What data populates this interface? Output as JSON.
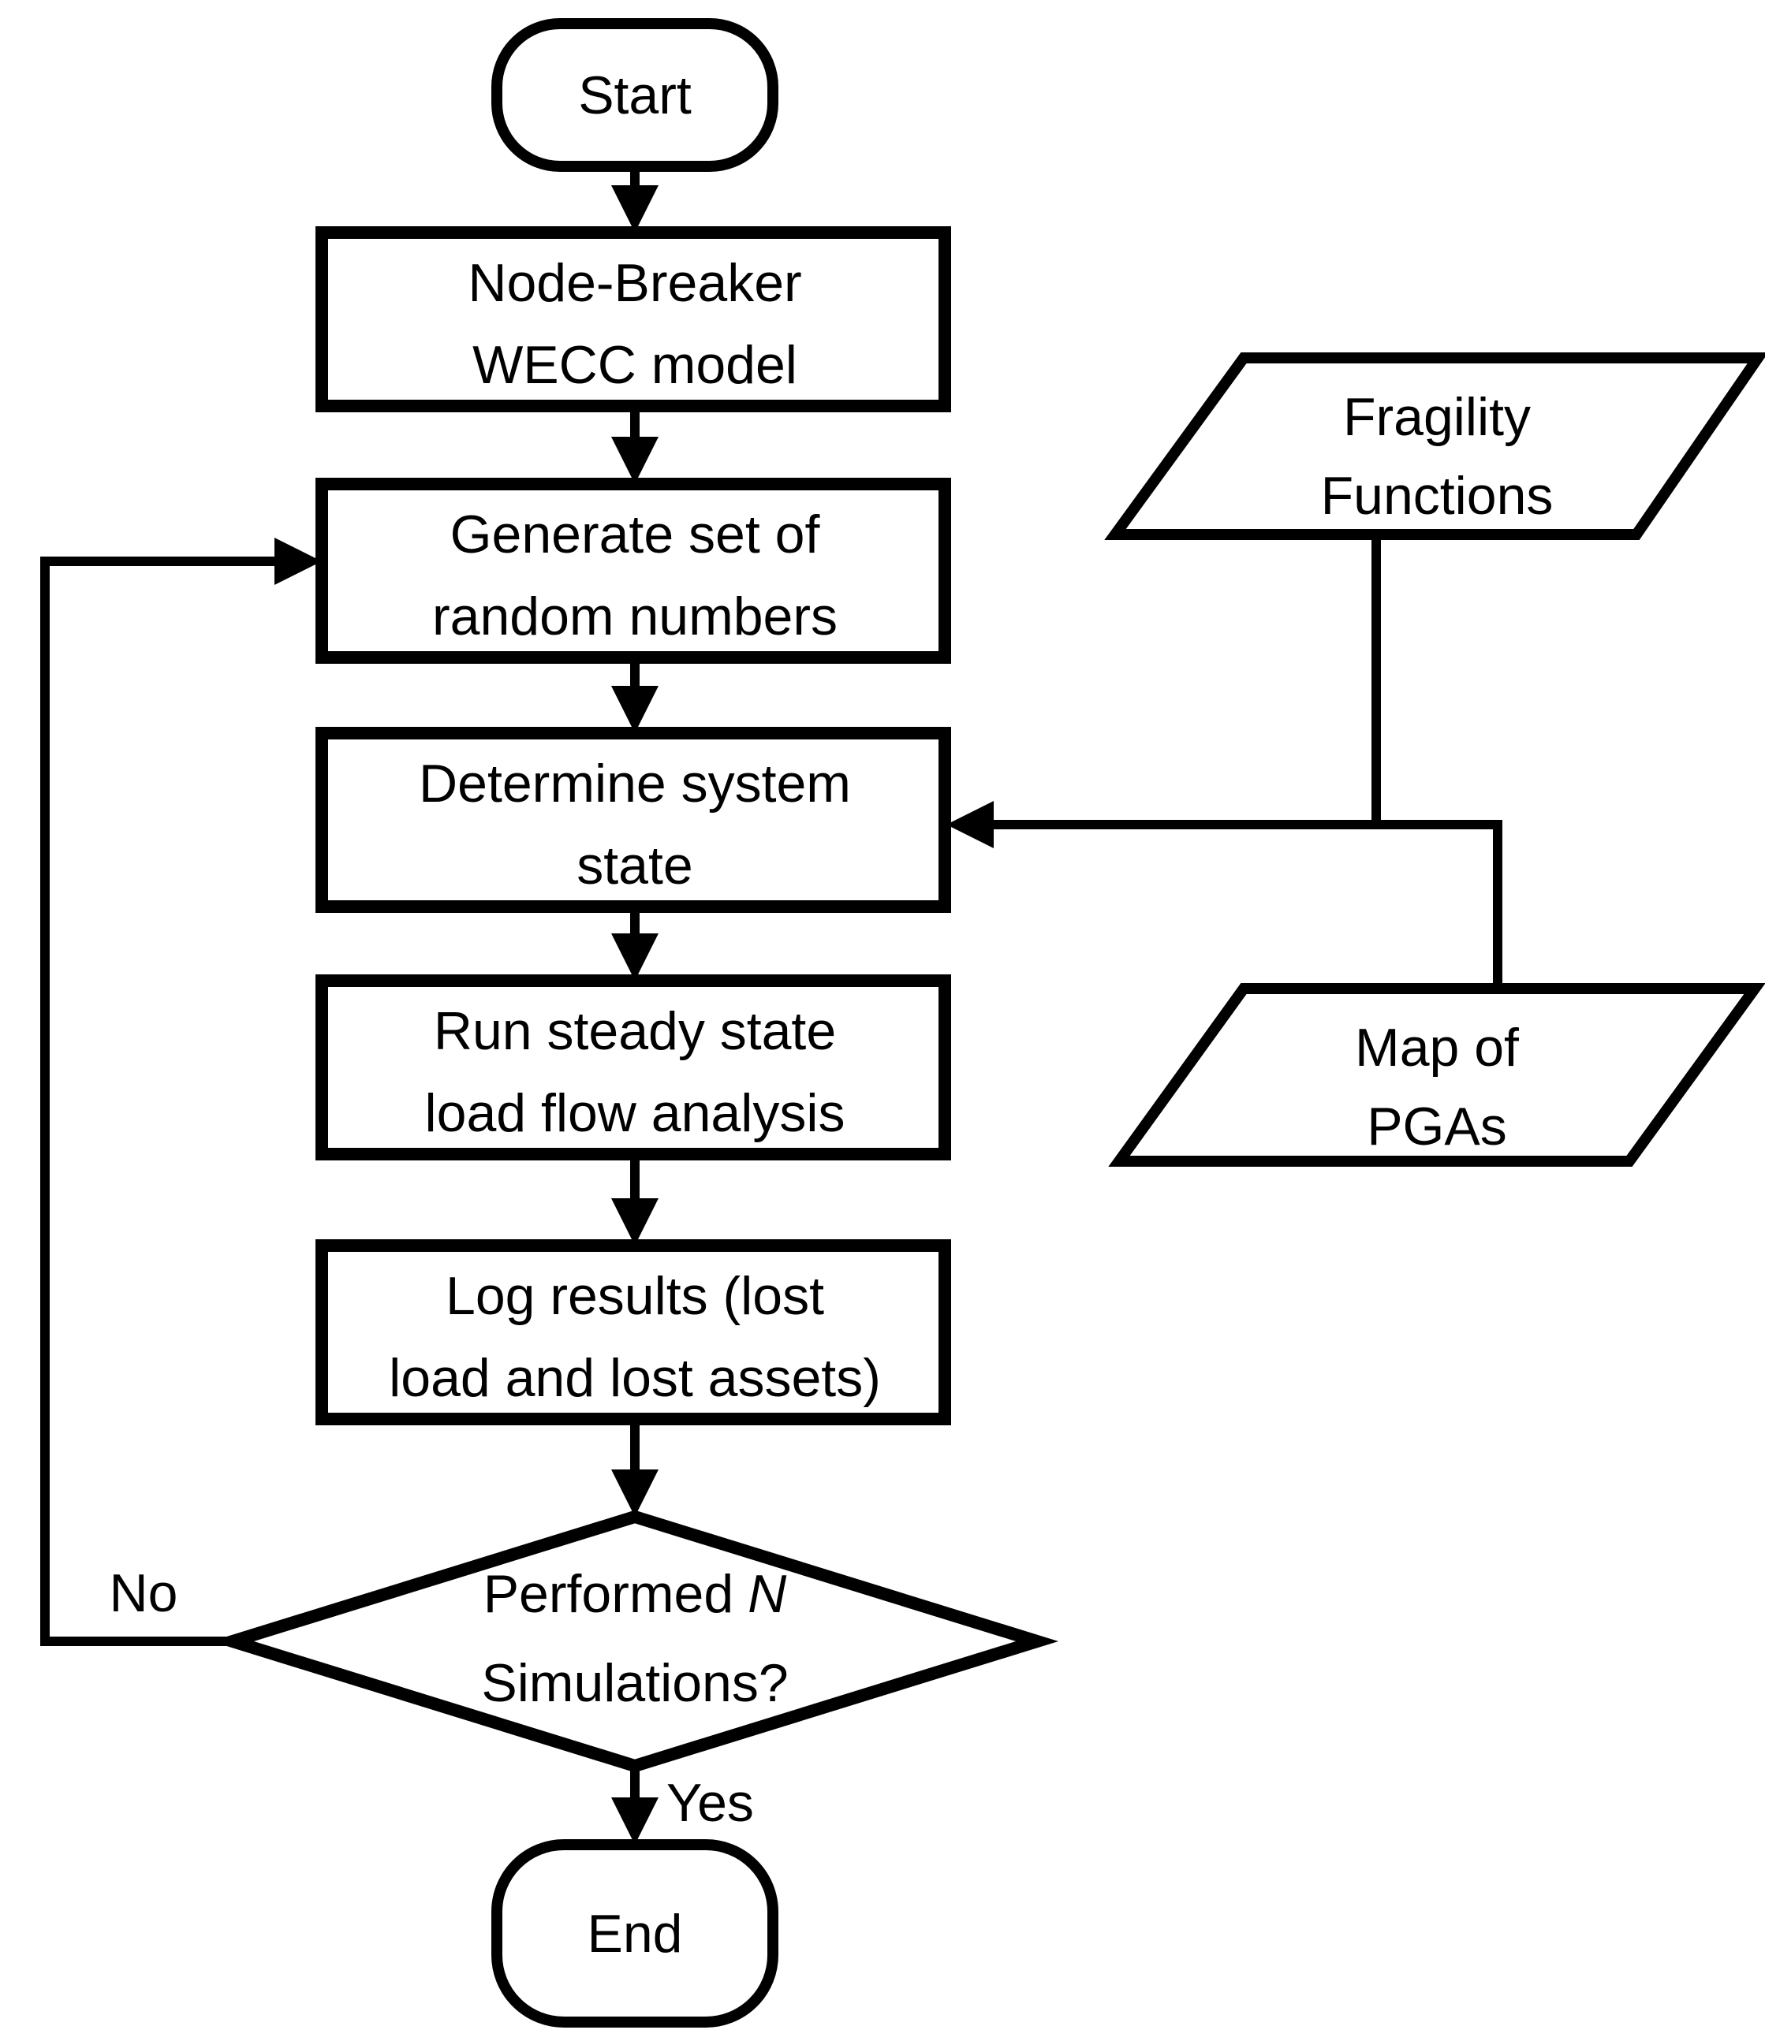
{
  "colors": {
    "stroke": "#000000",
    "background": "#ffffff"
  },
  "nodes": {
    "start": {
      "shape": "terminator",
      "label": "Start"
    },
    "node_breaker": {
      "shape": "process",
      "lines": [
        "Node-Breaker",
        "WECC model"
      ]
    },
    "generate": {
      "shape": "process",
      "lines": [
        "Generate set of",
        "random numbers"
      ]
    },
    "determine": {
      "shape": "process",
      "lines": [
        "Determine system",
        "state"
      ]
    },
    "run_load_flow": {
      "shape": "process",
      "lines": [
        "Run steady state",
        "load flow analysis"
      ]
    },
    "log_results": {
      "shape": "process",
      "lines": [
        "Log results (lost",
        "load and lost assets)"
      ]
    },
    "decision": {
      "shape": "decision",
      "question_prefix": "Performed",
      "question_variable": "N",
      "question_line2": "Simulations?"
    },
    "end": {
      "shape": "terminator",
      "label": "End"
    },
    "fragility_functions": {
      "shape": "data",
      "lines": [
        "Fragility",
        "Functions"
      ]
    },
    "map_of_pgas": {
      "shape": "data",
      "lines": [
        "Map of",
        "PGAs"
      ]
    }
  },
  "edge_labels": {
    "no": "No",
    "yes": "Yes"
  }
}
